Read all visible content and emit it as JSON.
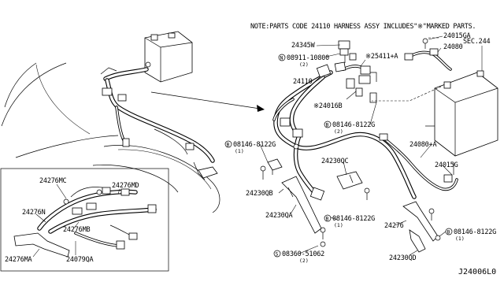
{
  "note": "NOTE:PARTS CODE 24110 HARNESS ASSY INCLUDES\"※\"MARKED PARTS.",
  "diagram_code": "J24006L0",
  "labels": {
    "p24345W": "24345W",
    "p24015GA": "24015GA",
    "p24080": "24080",
    "sec244": "SEC.244",
    "p08911": "08911-10800",
    "p08911_qty": "(2)",
    "p25411A": "※25411+A",
    "p24110": "24110",
    "p24016B": "※24016B",
    "p08146_a": "08146-8122G",
    "p08146_a_qty": "(2)",
    "p08146_b": "08146-8122G",
    "p08146_b_qty": "(1)",
    "p24080A": "24080+A",
    "p24015G": "24015G",
    "p24230QC": "24230QC",
    "p24230QB": "24230QB",
    "p24230QA": "24230QA",
    "p08146_c": "08146-8122G",
    "p08146_c_qty": "(1)",
    "p24276": "24276",
    "p08146_d": "08146-8122G",
    "p08146_d_qty": "(1)",
    "p08360": "08360-51062",
    "p08360_qty": "(2)",
    "p24230QD": "24230QD",
    "p24276MC": "24276MC",
    "p24276MD": "24276MD",
    "p24276N": "24276N",
    "p24276MB": "24276MB",
    "p24276MA": "24276MA",
    "p24079QA": "24079QA"
  },
  "symbols": {
    "bolt_circle_b": "B",
    "bolt_circle_n": "N",
    "bolt_circle_s": "S"
  }
}
